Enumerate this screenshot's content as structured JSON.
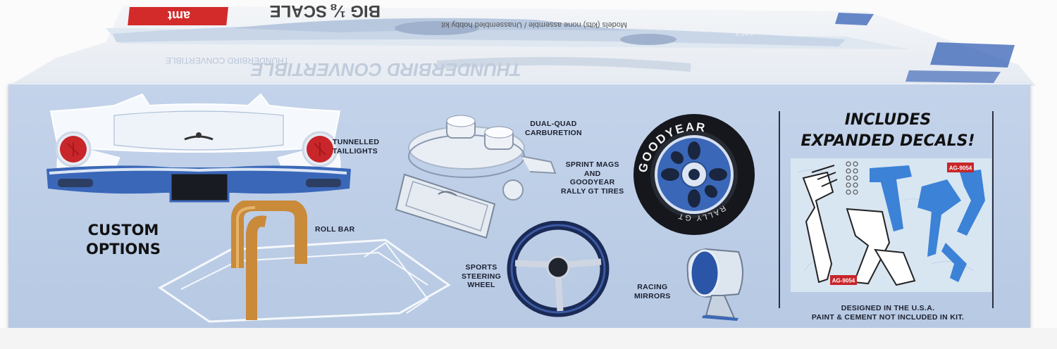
{
  "lid": {
    "brand_logo": "amt",
    "scale_title": "BIG ⅛ SCALE",
    "kit_description": "Models (kits) none assemble / Unassembled hobby kit",
    "year": "1957",
    "model_name": "THUNDERBIRD CONVERTIBLE"
  },
  "panel": {
    "custom_options": [
      "CUSTOM",
      "OPTIONS"
    ],
    "labels": {
      "tunnelled_taillights": [
        "TUNNELLED",
        "TAILLIGHTS"
      ],
      "roll_bar": "ROLL BAR",
      "dual_quad": [
        "DUAL-QUAD",
        "CARBURETION"
      ],
      "sprint_mags": [
        "SPRINT MAGS",
        "AND",
        "GOODYEAR",
        "RALLY GT TIRES"
      ],
      "sports_wheel": [
        "SPORTS",
        "STEERING",
        "WHEEL"
      ],
      "racing_mirrors": [
        "RACING",
        "MIRRORS"
      ]
    },
    "tire_text": "GOODYEAR",
    "tire_text_bottom": "RALLY GT",
    "decals": {
      "title": [
        "INCLUDES",
        "EXPANDED DECALS!"
      ],
      "plate": "AG-9054"
    },
    "footer": [
      "DESIGNED IN THE U.S.A.",
      "PAINT & CEMENT NOT INCLUDED IN KIT."
    ]
  },
  "colors": {
    "panel_blue": "#bccde6",
    "chrome_blue": "#3a67b8",
    "orange_rollbar": "#c98a3a",
    "taillight_red": "#c8262a",
    "ink": "#1c2030"
  }
}
